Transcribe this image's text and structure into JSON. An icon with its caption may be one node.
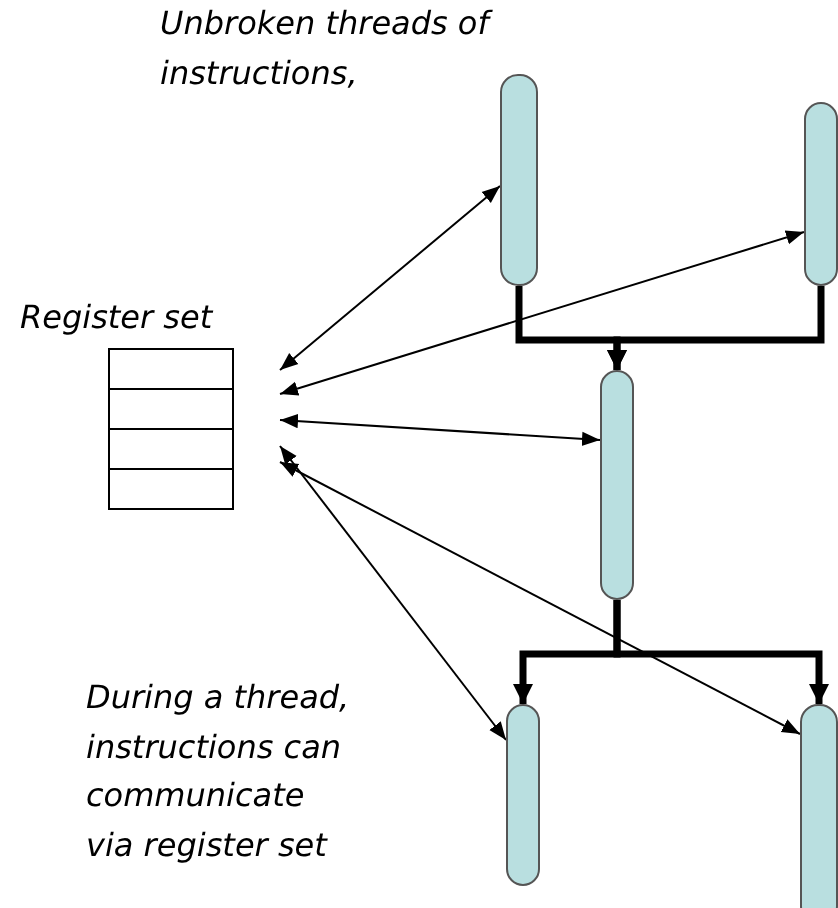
{
  "diagram": {
    "nodes": [
      {
        "text": [
          "Register set"
        ]
      },
      {
        "text": [],
        "shape": "bar"
      },
      {
        "text": [],
        "shape": "bar"
      },
      {
        "text": [],
        "shape": "bar"
      },
      {
        "text": [],
        "shape": "bar"
      },
      {
        "text": [],
        "shape": "bar"
      }
    ],
    "edges": [
      {
        "from": 0,
        "to": 1,
        "arrow": "both"
      },
      {
        "from": 0,
        "to": 2,
        "arrow": "both"
      },
      {
        "from": 0,
        "to": 3,
        "arrow": "both"
      },
      {
        "from": 0,
        "to": 4,
        "arrow": "both"
      },
      {
        "from": 0,
        "to": 5,
        "arrow": "both"
      },
      {
        "from": 1,
        "to": 3,
        "arrow": "to",
        "style": "thick"
      },
      {
        "from": 2,
        "to": 3,
        "arrow": "to",
        "style": "thick"
      },
      {
        "from": 3,
        "to": 4,
        "arrow": "to",
        "style": "thick"
      },
      {
        "from": 3,
        "to": 5,
        "arrow": "to",
        "style": "thick"
      }
    ],
    "labels": [
      "Unbroken threads of instructions,",
      "During a thread, instructions can communicate via register set"
    ]
  }
}
